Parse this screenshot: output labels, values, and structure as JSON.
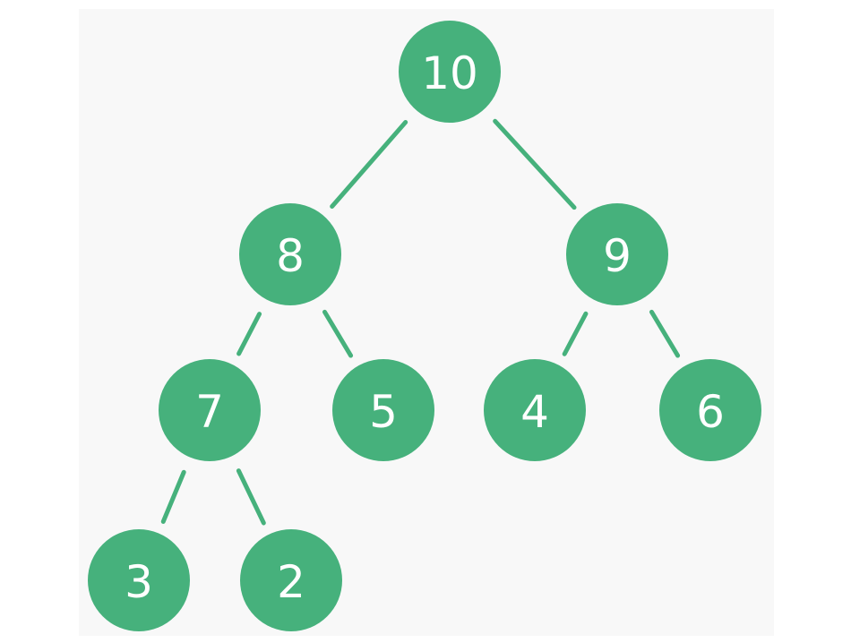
{
  "colors": {
    "node_fill": "#46b17c",
    "edge": "#46b17c",
    "label": "#ffffff",
    "panel": "#f8f8f8"
  },
  "tree": {
    "nodes": [
      {
        "id": "n10",
        "label": "10"
      },
      {
        "id": "n8",
        "label": "8"
      },
      {
        "id": "n9",
        "label": "9"
      },
      {
        "id": "n7",
        "label": "7"
      },
      {
        "id": "n5",
        "label": "5"
      },
      {
        "id": "n4",
        "label": "4"
      },
      {
        "id": "n6",
        "label": "6"
      },
      {
        "id": "n3",
        "label": "3"
      },
      {
        "id": "n2",
        "label": "2"
      }
    ],
    "edges": [
      {
        "from": "n10",
        "to": "n8"
      },
      {
        "from": "n10",
        "to": "n9"
      },
      {
        "from": "n8",
        "to": "n7"
      },
      {
        "from": "n8",
        "to": "n5"
      },
      {
        "from": "n9",
        "to": "n4"
      },
      {
        "from": "n9",
        "to": "n6"
      },
      {
        "from": "n7",
        "to": "n3"
      },
      {
        "from": "n7",
        "to": "n2"
      }
    ]
  }
}
